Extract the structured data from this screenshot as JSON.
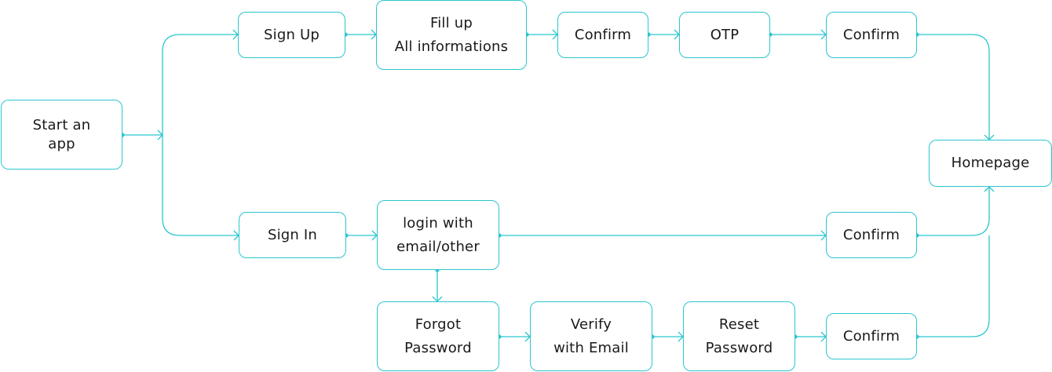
{
  "diagram": {
    "accent_color": "#2bc6cf",
    "nodes": {
      "start": "Start an\napp",
      "sign_up": "Sign Up",
      "fill_up": "Fill up\nAll informations",
      "confirm_signup": "Confirm",
      "otp": "OTP",
      "confirm_otp": "Confirm",
      "homepage": "Homepage",
      "sign_in": "Sign In",
      "login": "login with\nemail/other",
      "confirm_login": "Confirm",
      "forgot": "Forgot\nPassword",
      "verify": "Verify\nwith Email",
      "reset": "Reset\nPassword",
      "confirm_reset": "Confirm"
    }
  }
}
